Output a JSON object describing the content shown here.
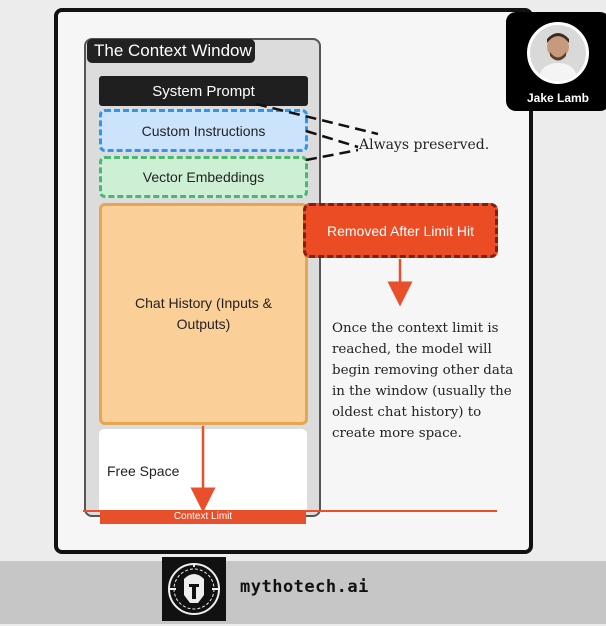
{
  "diagram": {
    "title": "The Context Window",
    "blocks": {
      "system_prompt": "System Prompt",
      "custom_instructions": "Custom Instructions",
      "vector_embeddings": "Vector Embeddings",
      "chat_history": "Chat History (Inputs & Outputs)",
      "free_space": "Free Space"
    },
    "context_limit_label": "Context Limit",
    "preserved_note": "Always preserved.",
    "removed_label": "Removed After Limit Hit",
    "description": "Once the context limit is reached, the model will begin removing other data in the window (usually the oldest chat history) to create more space."
  },
  "author": {
    "name": "Jake Lamb"
  },
  "footer": {
    "brand": "mythotech.ai"
  },
  "colors": {
    "accent": "#e8502c",
    "custom_border": "#2f95ee",
    "vector_border": "#4ab774",
    "chat_fill": "#fbcf98"
  }
}
